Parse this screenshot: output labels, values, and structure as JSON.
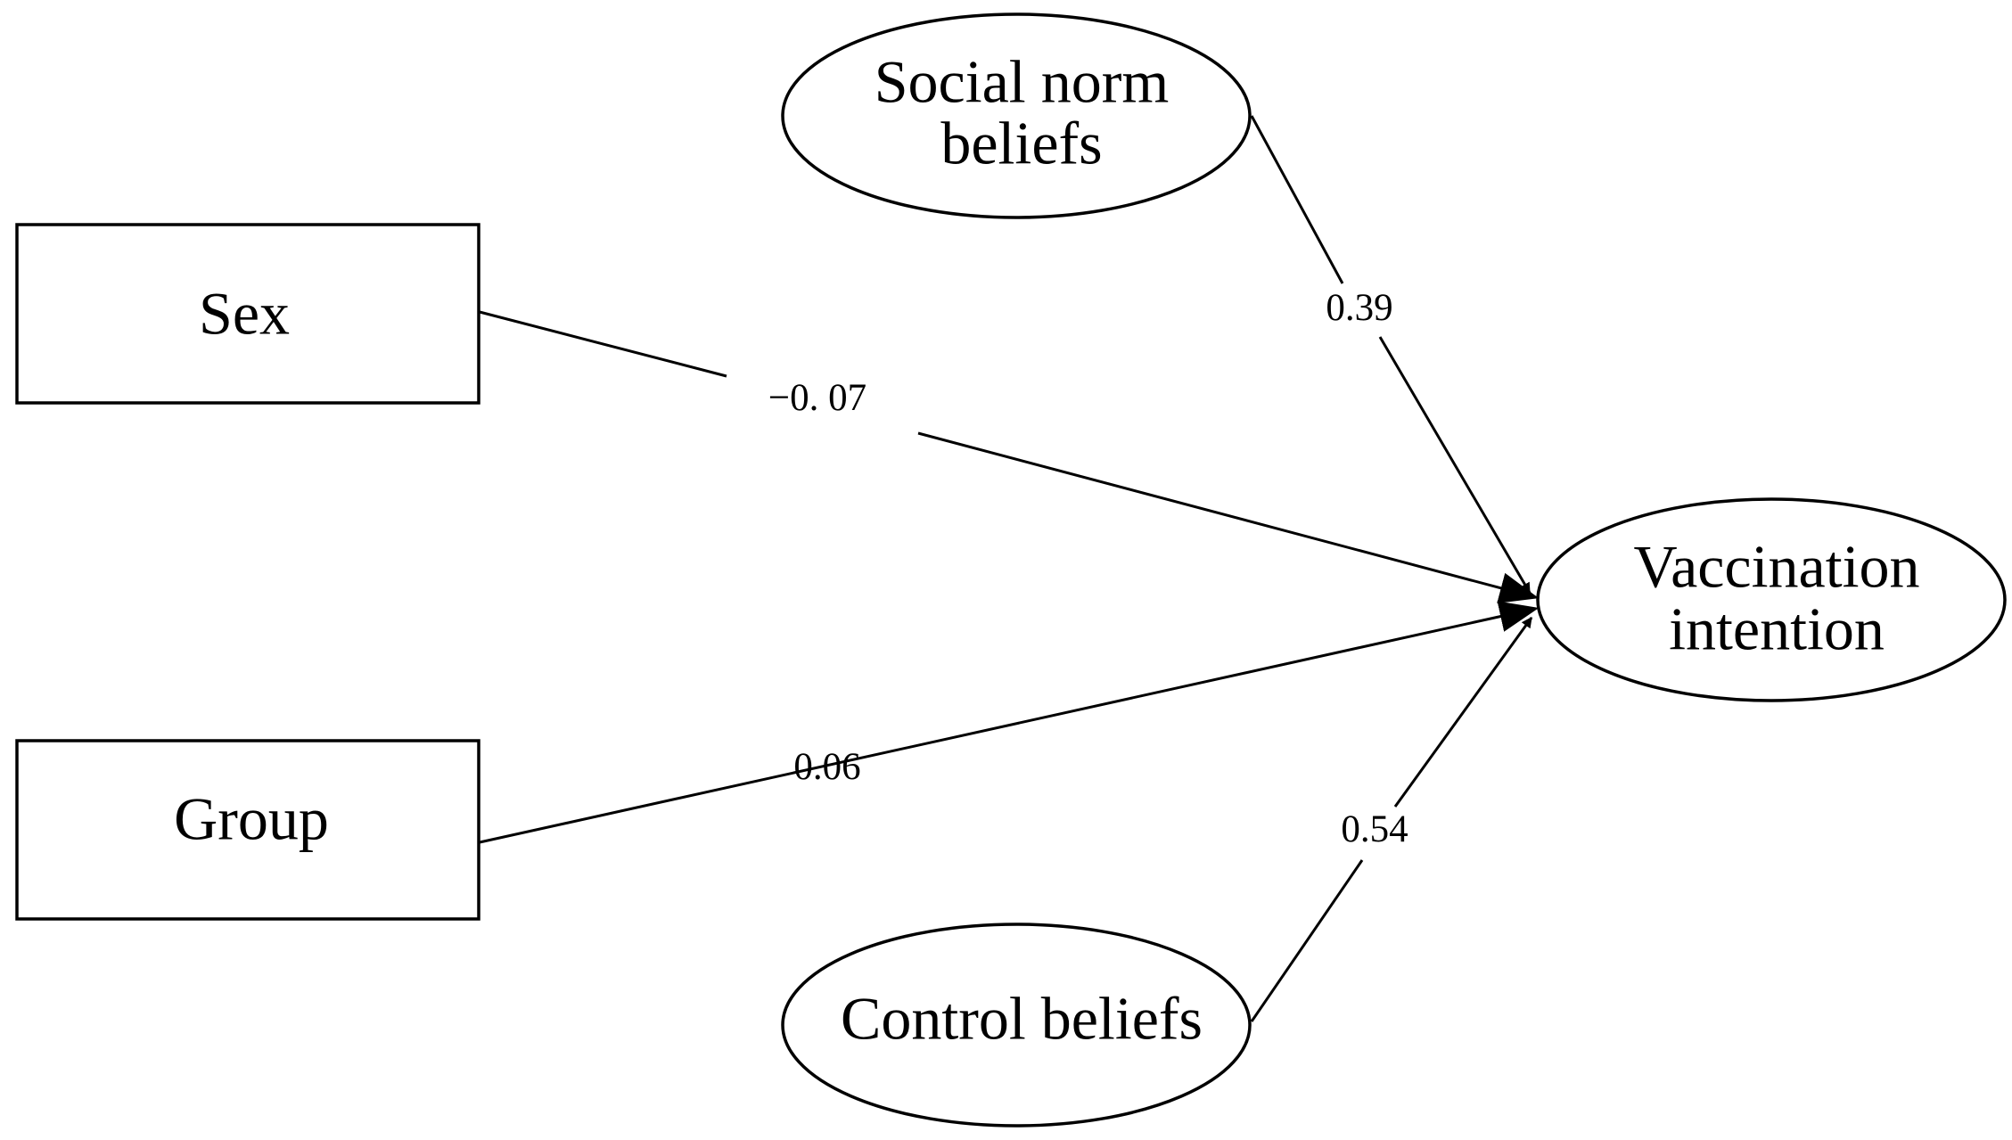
{
  "nodes": {
    "sex": {
      "label": "Sex"
    },
    "group": {
      "label": "Group"
    },
    "social_norm": {
      "line1": "Social norm",
      "line2": "beliefs"
    },
    "control": {
      "label": "Control beliefs"
    },
    "vaccination": {
      "line1": "Vaccination",
      "line2": "intention"
    }
  },
  "paths": {
    "sex_to_vaccination": {
      "coefficient": "−0. 07"
    },
    "group_to_vaccination": {
      "coefficient": "0.06"
    },
    "social_norm_to_vaccination": {
      "coefficient": "0.39"
    },
    "control_to_vaccination": {
      "coefficient": "0.54"
    }
  },
  "colors": {
    "stroke": "#000000",
    "background": "#ffffff"
  }
}
